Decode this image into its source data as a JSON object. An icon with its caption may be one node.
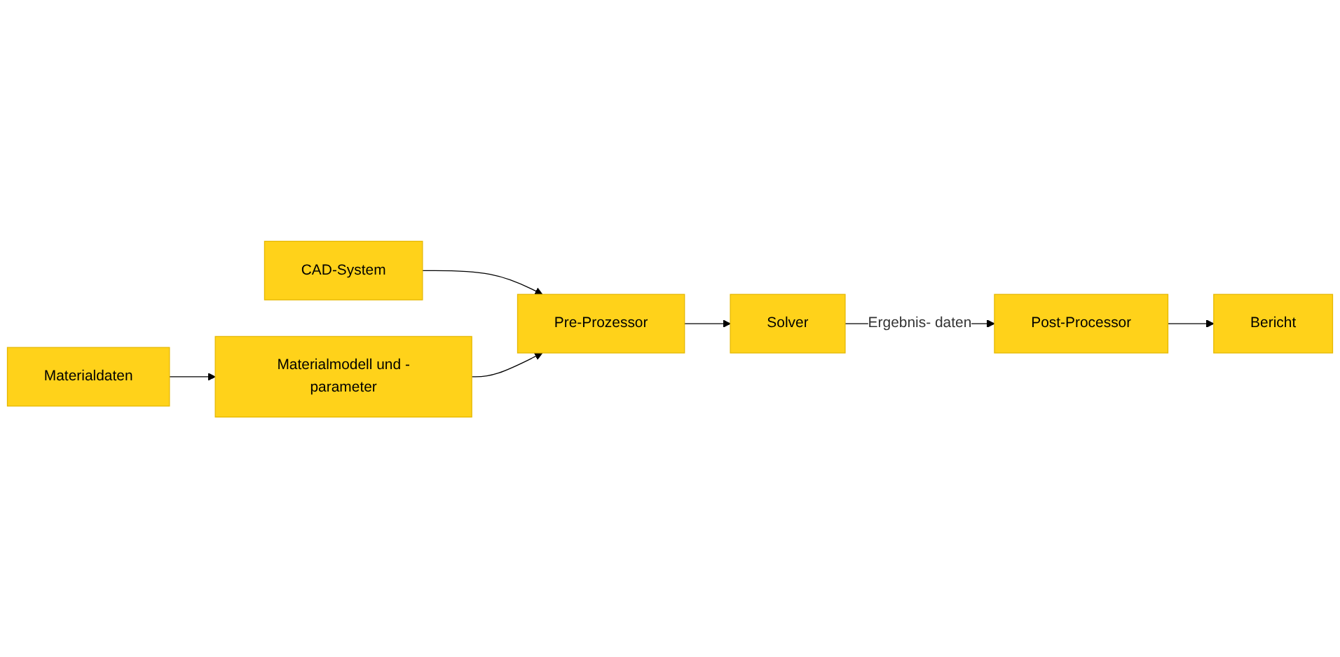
{
  "diagram": {
    "nodes": [
      {
        "text": [
          "CAD-System"
        ]
      },
      {
        "text": [
          "Materialdaten"
        ]
      },
      {
        "text": [
          "Pre-Prozessor"
        ]
      },
      {
        "text": [
          "Materialmodell und -parameter"
        ]
      },
      {
        "text": [
          "Solver"
        ]
      },
      {
        "text": [
          "Post-Processor"
        ]
      },
      {
        "text": [
          "Bericht"
        ]
      }
    ],
    "edges": [
      {
        "from": 0,
        "to": 2,
        "arrow": "to"
      },
      {
        "from": 1,
        "to": 3,
        "arrow": "to"
      },
      {
        "from": 3,
        "to": 2,
        "arrow": "to"
      },
      {
        "from": 2,
        "to": 4,
        "arrow": "to"
      },
      {
        "from": 4,
        "to": 5,
        "arrow": "to",
        "label": "Ergebnis- daten"
      },
      {
        "from": 5,
        "to": 6,
        "arrow": "to"
      }
    ]
  }
}
